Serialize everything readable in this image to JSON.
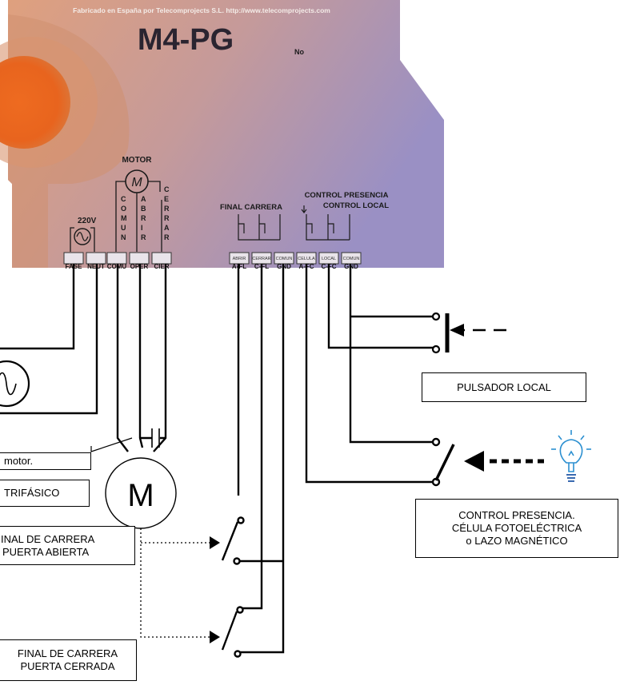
{
  "panel": {
    "header": "Fabricado en España por Telecomprojects S.L.  http://www.telecomprojects.com",
    "model": "M4-PG",
    "serial_label": "No",
    "motor_label": "MOTOR",
    "motor_symbol": "M",
    "voltage_label": "220V",
    "comun_vertical": "COMUN",
    "abrir_vertical": "ABRIR",
    "cerrar_vertical": "CERRAR",
    "final_carrera_label": "FINAL CARRERA",
    "control_presencia_label": "CONTROL PRESENCIA",
    "control_local_label": "CONTROL LOCAL",
    "terminals": [
      "FASE",
      "NEUT",
      "COMU",
      "OPER",
      "CIER",
      "A-FL",
      "C-FL",
      "GND",
      "A-FC",
      "C-FC",
      "GND"
    ],
    "terminal_tags": [
      "ABRIR",
      "CERRAR",
      "COMUN",
      "CELULA",
      "LOCAL",
      "COMUN"
    ],
    "colors": {
      "gradient_left": "#d69c80",
      "gradient_right": "#9a8ec0",
      "orange": "#e8641e",
      "title": "#2a2430"
    }
  },
  "labels": {
    "motor_note": "motor.",
    "trifasico": "TRIFÁSICO",
    "motor_big": "M",
    "pulsador_local": "PULSADOR LOCAL",
    "control_presencia_line1": "CONTROL PRESENCIA.",
    "control_presencia_line2": "CÉLULA FOTOELÉCTRICA",
    "control_presencia_line3": "o LAZO MAGNÉTICO",
    "fc_abierta_line1": "INAL DE CARRERA",
    "fc_abierta_line2": "PUERTA ABIERTA",
    "fc_cerrada_line1": "FINAL DE CARRERA",
    "fc_cerrada_line2": "PUERTA CERRADA"
  },
  "icons": [
    "ac-source-icon",
    "motor-icon",
    "capacitor-icon",
    "push-button-icon",
    "switch-icon",
    "light-bulb-icon",
    "arrow-icon"
  ]
}
